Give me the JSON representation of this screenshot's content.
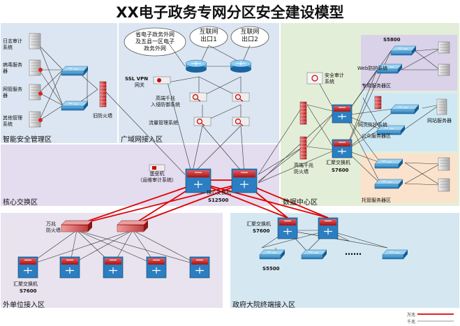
{
  "title": "XX电子政务专网分区安全建设模型",
  "zones": {
    "smart_security": "智能安全管理区",
    "wan_access": "广域网接入区",
    "core_exchange": "核心交换区",
    "data_center": "数据中心区",
    "external_units": "外单位接入区",
    "gov_terminal": "政府大院终端接入区"
  },
  "security_zone": {
    "log_audit": [
      "日志审计",
      "系统"
    ],
    "antivirus": [
      "病毒服务",
      "器"
    ],
    "gateway_server": [
      "网管服务",
      "器"
    ],
    "other_mgmt": [
      "其他管理",
      "系统"
    ],
    "old_firewall": "旧防火墙"
  },
  "wan_zone": {
    "cloud_province": [
      "省电子政务外网",
      "及五县一区电子",
      "政务外网"
    ],
    "internet1": [
      "互联网",
      "出口1"
    ],
    "internet2": [
      "互联网",
      "出口2"
    ],
    "ssl_vpn": [
      "SSL VPN",
      "网关"
    ],
    "ips": [
      "高端千兆",
      "入侵防御系统"
    ],
    "flow_mgmt": "流量管理系统"
  },
  "core_zone": {
    "bastion": [
      "堡垒机",
      "（运维审计系统）"
    ],
    "core_switch": "核心交换机",
    "core_model": "S12500"
  },
  "dc_zone": {
    "s5800": "S5800",
    "security_audit": [
      "安全审计",
      "系统"
    ],
    "web_protect": "Web防护系统",
    "dedicated_server_area": "专用服务器区",
    "web_protect2": "网页防护系统",
    "website_server": "网站服务器",
    "public_server_area": "公众服务器区",
    "hosting_server_area": "托管服务器区",
    "high_fw": [
      "高端千兆",
      "防火墙"
    ],
    "agg_switch": "汇聚交换机",
    "agg_model": "S7600"
  },
  "external_zone": {
    "fw_10g": [
      "万兆",
      "防火墙"
    ],
    "agg_switch": "汇聚交换机",
    "agg_model": "S7600"
  },
  "gov_zone": {
    "agg_switch": "汇聚交换机",
    "agg_model": "S7600",
    "access_model": "S5500",
    "ellipsis": "……"
  },
  "legend": {
    "ten_gig": "万兆",
    "gig": "千兆"
  },
  "colors": {
    "zone_blue": "#dce6f2",
    "zone_green": "#e3eed8",
    "zone_purple": "#e4dcef",
    "zone_lav": "#d9d2e9",
    "zone_cyan": "#cfe9f4",
    "zone_peach": "#fbe2cc",
    "zone_gray": "#e8e3ee",
    "zone_lightblue": "#d5e8f2",
    "line_10g": "#e00000",
    "line_1g": "#333333"
  }
}
